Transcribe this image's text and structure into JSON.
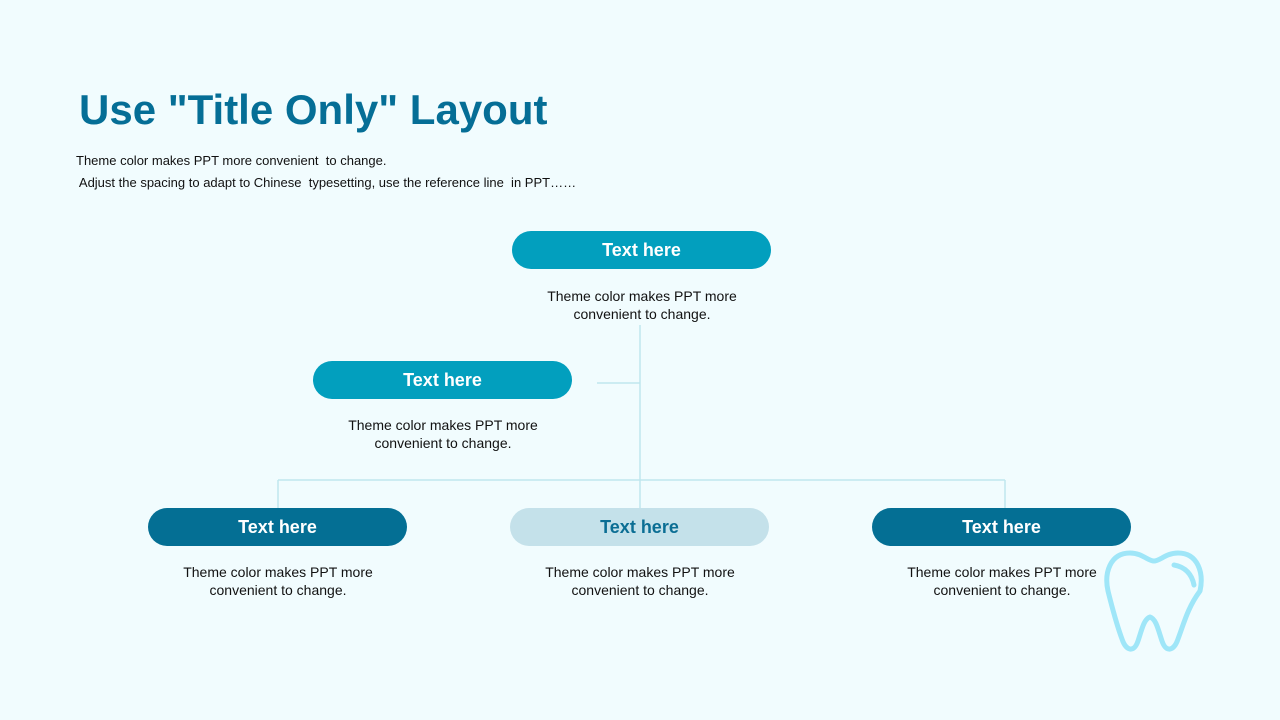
{
  "title": "Use \"Title Only\" Layout",
  "subtitle": {
    "line1": "Theme color makes PPT more convenient  to change.",
    "line2": " Adjust the spacing to adapt to Chinese  typesetting, use the reference line  in PPT……"
  },
  "nodes": {
    "top": {
      "label": "Text here",
      "desc1": "Theme color makes PPT more",
      "desc2": "convenient  to change."
    },
    "middle": {
      "label": "Text here",
      "desc1": "Theme color makes PPT more",
      "desc2": "convenient  to change."
    },
    "bottom_left": {
      "label": "Text here",
      "desc1": "Theme color makes PPT more",
      "desc2": "convenient  to change."
    },
    "bottom_center": {
      "label": "Text here",
      "desc1": "Theme color makes PPT more",
      "desc2": "convenient  to change."
    },
    "bottom_right": {
      "label": "Text here",
      "desc1": "Theme color makes PPT more",
      "desc2": "convenient  to change."
    }
  },
  "colors": {
    "primary": "#029fbe",
    "dark": "#046f94",
    "light": "#c4e1ea",
    "title": "#056e96",
    "connector": "#bfe6ee",
    "tooth": "#9fe6f8"
  },
  "icons": {
    "decoration": "tooth-icon"
  }
}
